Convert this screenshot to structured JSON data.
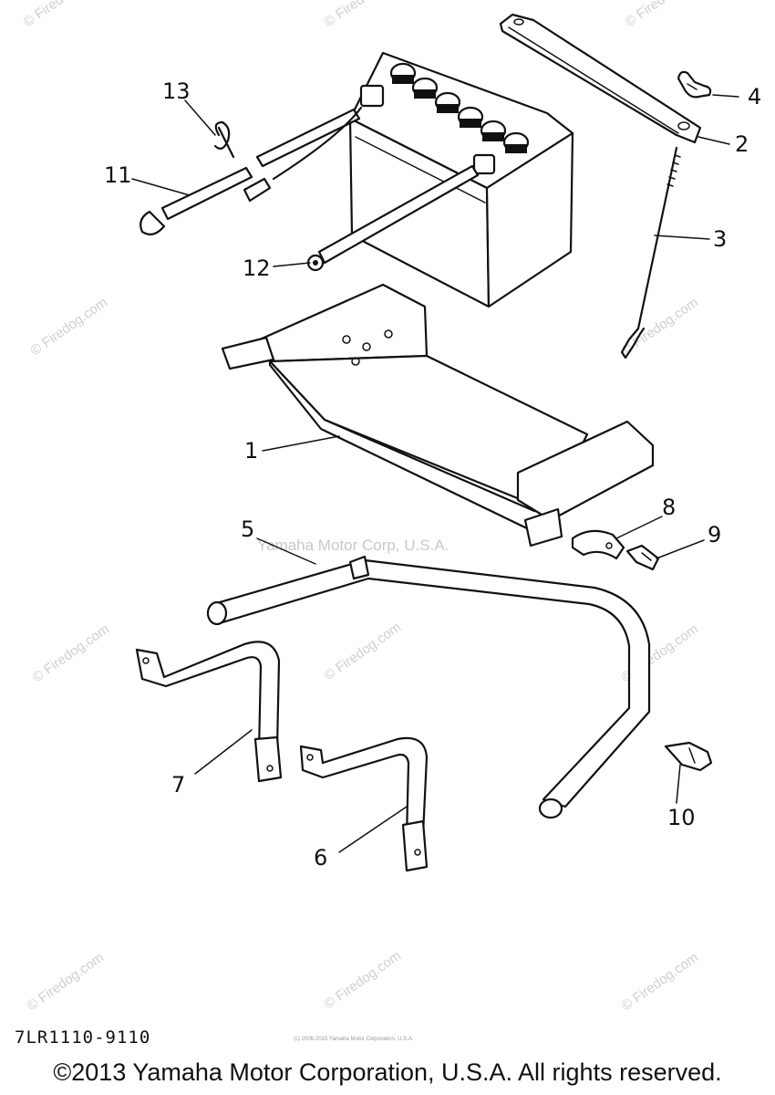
{
  "callouts": {
    "c1": "1",
    "c2": "2",
    "c3": "3",
    "c4": "4",
    "c5": "5",
    "c6": "6",
    "c7": "7",
    "c8": "8",
    "c9": "9",
    "c10": "10",
    "c11": "11",
    "c12": "12",
    "c13": "13"
  },
  "watermarks": {
    "firedog": "© Firedog.com",
    "yamaha": "Yamaha Motor Corp, U.S.A.",
    "fine_print": "(c) 2006-2015 Yamaha Motor Corporation, U.S.A."
  },
  "diagram_code": "7LR1110-9110",
  "copyright": "©2013 Yamaha Motor Corporation, U.S.A. All rights reserved."
}
